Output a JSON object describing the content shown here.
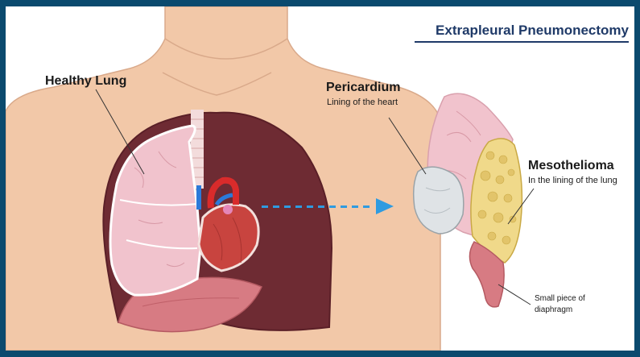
{
  "title": "Extrapleural Pneumonectomy",
  "labels": {
    "healthy_lung": "Healthy Lung",
    "pericardium": "Pericardium",
    "pericardium_sub": "Lining of the heart",
    "mesothelioma": "Mesothelioma",
    "mesothelioma_sub": "In the lining of the lung",
    "diaphragm_line1": "Small piece of",
    "diaphragm_line2": "diaphragm"
  },
  "colors": {
    "frame": "#0b4a6e",
    "title": "#1f3a68",
    "skin": "#f2c8a8",
    "cavity": "#6e2b33",
    "lung": "#f1c3cd",
    "heart": "#c8443f",
    "pericardium": "#dfe3e6",
    "tumor": "#f0d98a",
    "arrow": "#2f9be0"
  }
}
